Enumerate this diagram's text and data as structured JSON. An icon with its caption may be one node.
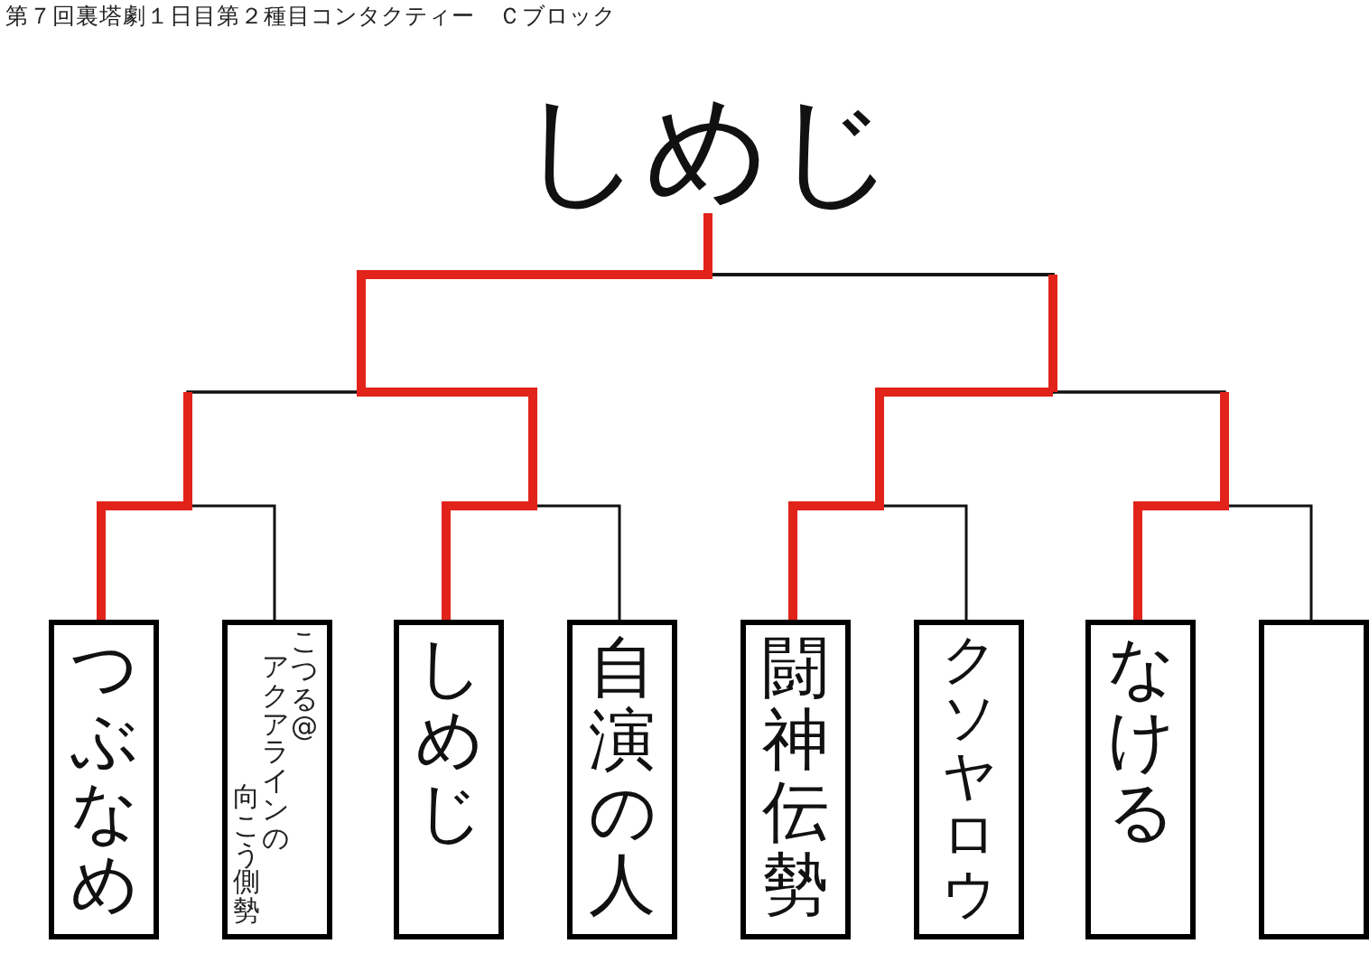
{
  "diagram": {
    "title": "第７回裏塔劇１日目第２種目コンタクティー　Ｃブロック",
    "nodes": [
      {
        "text": [
          "しめじ"
        ]
      },
      {
        "text": [
          "つぶなめ"
        ]
      },
      {
        "text": [
          "こつる@アクアラインの向こう側勢"
        ]
      },
      {
        "text": [
          "しめじ"
        ]
      },
      {
        "text": [
          "自演の人"
        ]
      },
      {
        "text": [
          "闘神伝勢"
        ]
      },
      {
        "text": [
          "クソヤロウ"
        ]
      },
      {
        "text": [
          "なける"
        ]
      },
      {
        "text": [],
        "shape": "box"
      }
    ],
    "edges": [
      {
        "from": 1,
        "to": 0,
        "arrow": "none"
      },
      {
        "from": 2,
        "to": 0,
        "arrow": "none"
      },
      {
        "from": 3,
        "to": 0,
        "arrow": "none",
        "style": "thick",
        "color": "#e2231a"
      },
      {
        "from": 4,
        "to": 0,
        "arrow": "none"
      },
      {
        "from": 5,
        "to": 0,
        "arrow": "none"
      },
      {
        "from": 6,
        "to": 0,
        "arrow": "none"
      },
      {
        "from": 7,
        "to": 0,
        "arrow": "none"
      },
      {
        "from": 8,
        "to": 0,
        "arrow": "none"
      }
    ]
  }
}
